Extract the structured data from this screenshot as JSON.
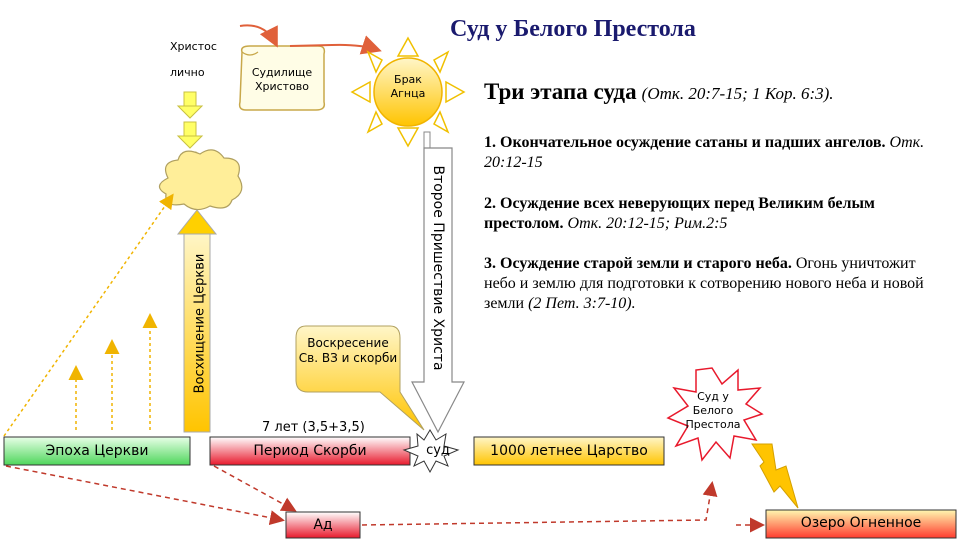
{
  "title": "Суд у Белого Престола",
  "subtitle": {
    "main": "Три этапа суда",
    "ref": "(Отк. 20:7-15; 1 Кор. 6:3)."
  },
  "points": [
    {
      "bold": "1. Окончательное осуждение сатаны и падших ангелов.",
      "ref": "Отк. 20:12-15",
      "normal": ""
    },
    {
      "bold": "2. Осуждение всех неверующих перед Великим белым престолом.",
      "ref": "Отк. 20:12-15; Рим.2:5",
      "normal": ""
    },
    {
      "bold": "3. Осуждение старой земли и старого неба.",
      "normal": "Огонь уничтожит небо и землю для подготовки к сотворению нового неба и новой земли",
      "ref": "(2 Пет. 3:7-10)."
    }
  ],
  "labels": {
    "christ_line1": "Христос",
    "christ_line2": "лично",
    "scroll": "Судилище Христово",
    "sun": "Брак Агнца",
    "rapture": "Восхищение Церкви",
    "second_coming": "Второе Пришествие Христа",
    "resurrection": "Воскресение Св. ВЗ и скорби",
    "seven_years": "7 лет (3,5+3,5)",
    "judgment_star": "Суд у Белого Престола",
    "sud": "суд"
  },
  "timeline": {
    "church_age": "Эпоха Церкви",
    "tribulation": "Период Скорби",
    "millennium": "1000 летнее Царство"
  },
  "hell": "Ад",
  "lake": "Озеро Огненное",
  "colors": {
    "green": "#6ee87a",
    "red": "#e8192c",
    "gold": "#ffcc00",
    "yellow": "#ffff66",
    "cloud": "#ffee99",
    "dashed_red": "#c0392b"
  }
}
